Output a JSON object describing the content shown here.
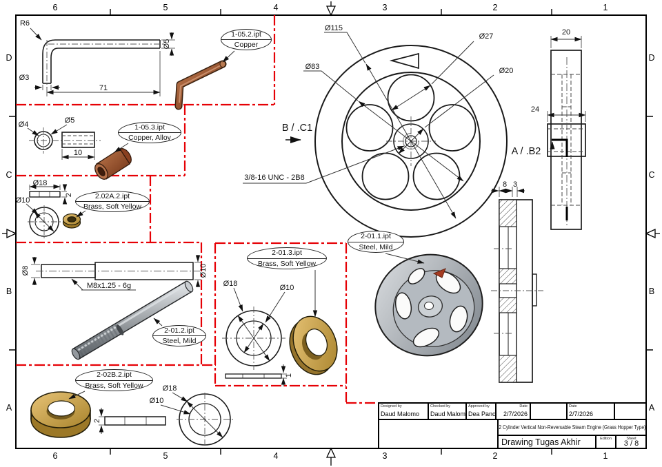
{
  "frame": {
    "cols": [
      "6",
      "5",
      "4",
      "3",
      "2",
      "1"
    ],
    "rows": [
      "D",
      "C",
      "B",
      "A"
    ]
  },
  "parts": {
    "bent_pipe": {
      "file": "1-05.2.ipt",
      "material": "Copper",
      "r": "R6",
      "d_hole": "Ø3",
      "len": "71",
      "d_tube": "Ø5"
    },
    "bushing": {
      "file": "1-05.3.ipt",
      "material": "Copper, Alloy",
      "d_in": "Ø4",
      "d_out": "Ø5",
      "len": "10"
    },
    "washer_a": {
      "file": "2.02A.2.ipt",
      "material": "Brass, Soft Yellow",
      "d_out": "Ø18",
      "d_in": "Ø10",
      "thk": "2"
    },
    "shaft": {
      "file": "2-01.2.ipt",
      "material": "Steel, Mild",
      "d_small": "Ø8",
      "d_big": "Ø10",
      "thread": "M8x1.25 - 6g"
    },
    "washer_b": {
      "file": "2-01.3.ipt",
      "material": "Brass, Soft Yellow",
      "d_out": "Ø18",
      "d_in": "Ø10",
      "thk": "1"
    },
    "washer_c": {
      "file": "2-02B.2.ipt",
      "material": "Brass, Soft Yellow",
      "d_out": "Ø18",
      "d_in": "Ø10",
      "thk": "2"
    },
    "flywheel": {
      "file": "2-01.1.ipt",
      "material": "Steel, Mild",
      "d115": "Ø115",
      "d83": "Ø83",
      "d27": "Ø27",
      "d20": "Ø20",
      "thread": "3/8-16 UNC - 2B8",
      "w20": "20",
      "w24": "24",
      "d8": "8",
      "d3": "3",
      "view_b": "B / .C1",
      "view_a": "A / .B2"
    }
  },
  "title_block": {
    "designed_label": "Designed by",
    "designed": "Daud Malomo",
    "checked_label": "Checked by",
    "checked": "Daud Malomo",
    "approved_label": "Approved by",
    "approved": "Dea Panca",
    "date_label": "Date",
    "date1": "2/7/2026",
    "date2": "2/7/2026",
    "project": "2 Cylinder Vertical Non-Reversable Steam Engine (Grass Hopper Type)",
    "drawing": "Drawing Tugas Akhir",
    "edition_label": "Edition",
    "sheet_label": "Sheet",
    "sheet": "3 / 8"
  },
  "colors": {
    "group_divider_red": "#e60005",
    "copper": "#8a4524",
    "brass": "#c79c3f",
    "steel": "#9aa0a6"
  }
}
